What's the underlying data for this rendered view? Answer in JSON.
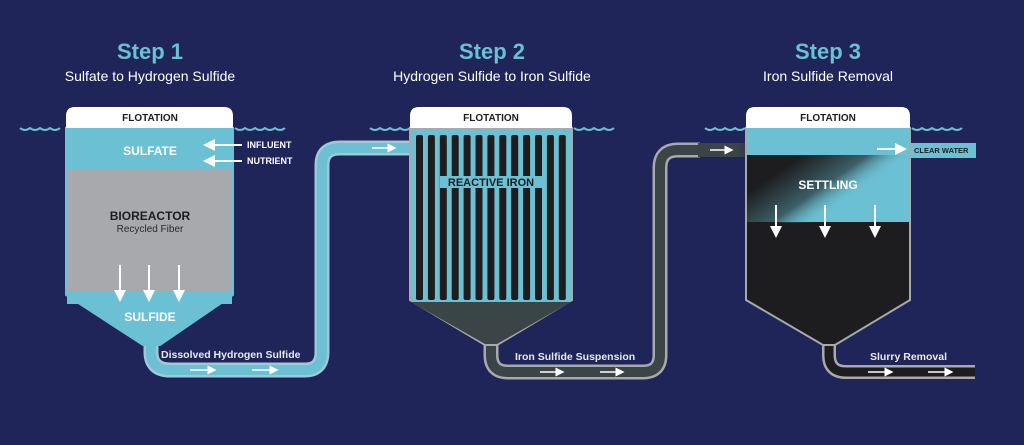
{
  "colors": {
    "background": "#1f2558",
    "accent": "#6cc0d3",
    "reactor": "#a7a9ac",
    "dark": "#1d1d1f",
    "sludge": "#3b4547"
  },
  "steps": [
    {
      "title": "Step 1",
      "subtitle": "Sulfate to Hydrogen Sulfide",
      "flotation": "FLOTATION",
      "zone_top": "SULFATE",
      "inputs": [
        "INFLUENT",
        "NUTRIENT"
      ],
      "reactor": "BIOREACTOR",
      "reactor_sub": "Recycled Fiber",
      "zone_bottom": "SULFIDE",
      "output": "Dissolved Hydrogen Sulfide"
    },
    {
      "title": "Step 2",
      "subtitle": "Hydrogen Sulfide to Iron Sulfide",
      "flotation": "FLOTATION",
      "media": "REACTIVE IRON",
      "output": "Iron Sulfide Suspension"
    },
    {
      "title": "Step 3",
      "subtitle": "Iron Sulfide Removal",
      "flotation": "FLOTATION",
      "zone": "SETTLING",
      "clear_output": "CLEAR WATER",
      "output": "Slurry Removal"
    }
  ]
}
